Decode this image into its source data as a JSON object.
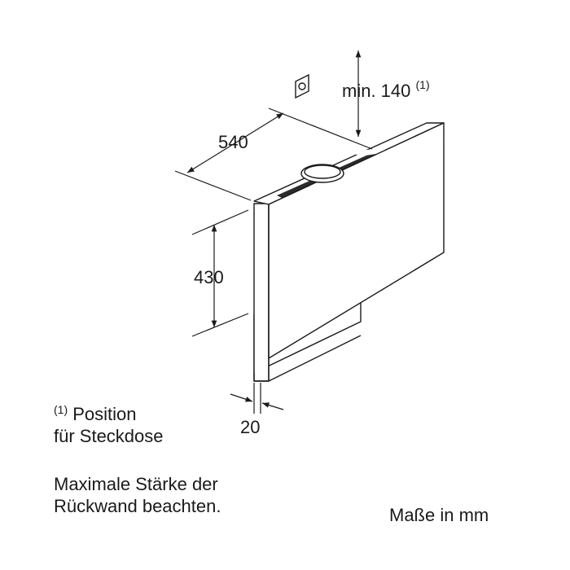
{
  "dimensions": {
    "width": "540",
    "height": "430",
    "depth": "20",
    "min_clearance": "min. 140",
    "min_clearance_ref": "(1)"
  },
  "notes": {
    "footnote_marker": "(1)",
    "position_line1": "Position",
    "position_line2": "für Steckdose",
    "thickness_line1": "Maximale Stärke der",
    "thickness_line2": "Rückwand beachten.",
    "units": "Maße in mm"
  },
  "icons": {
    "socket": "power-socket-icon"
  }
}
